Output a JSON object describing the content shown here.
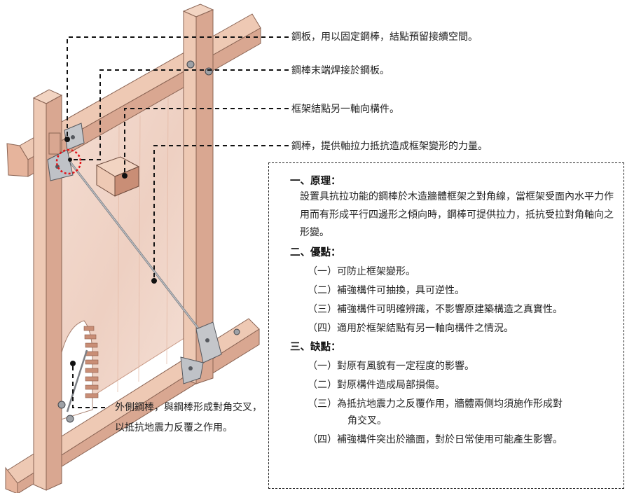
{
  "callouts": {
    "steel_plate": "鋼板，用以固定鋼棒，結點預留接續空間。",
    "rod_end_weld": "鋼棒末端焊接於鋼板。",
    "frame_joint_member": "框架結點另一軸向構件。",
    "steel_rod": "鋼棒，提供軸拉力抵抗造成框架變形的力量。",
    "outer_rod": "外側鋼棒，與鋼棒形成對角交叉，以抵抗地震力反覆之作用。"
  },
  "panel": {
    "principle": {
      "heading": "一、原理：",
      "text": "設置具抗拉功能的鋼棒於木造牆體框架之對角線，當框架受面內水平力作用而有形成平行四邊形之傾向時，鋼棒可提供拉力，抵抗受拉對角軸向之形變。"
    },
    "advantages": {
      "heading": "二、優點：",
      "items": [
        "（一）可防止框架變形。",
        "（二）補強構件可抽換，具可逆性。",
        "（三）補強構件可明確辨識，不影響原建築構造之真實性。",
        "（四）適用於框架結點有另一軸向構件之情況。"
      ]
    },
    "disadvantages": {
      "heading": "三、缺點：",
      "items": [
        "（一）對原有風貌有一定程度的影響。",
        "（二）對原構件造成局部損傷。",
        "（三）為抵抗地震力之反覆作用，牆體兩側均須施作形成對",
        "角交叉。",
        "（四）補強構件突出於牆面，對於日常使用可能產生影響。"
      ]
    }
  },
  "colors": {
    "timber": "#eec9b4",
    "timber_shade": "#d9a791",
    "panel_fill": "#f3dcd0",
    "steel": "#c4c6ca",
    "steel_dark": "#7d8086",
    "highlight": "#e0161b"
  }
}
